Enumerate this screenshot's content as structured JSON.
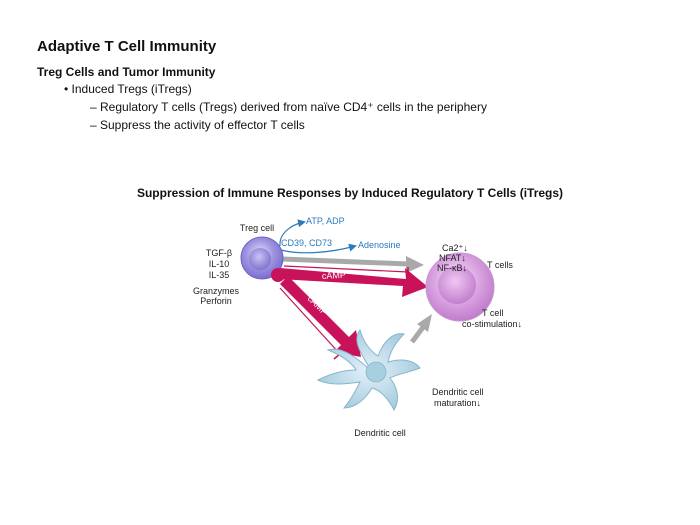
{
  "slide": {
    "title": "Adaptive T Cell Immunity",
    "section_heading": "Treg Cells and Tumor Immunity",
    "bullet": "• Induced Tregs (iTregs)",
    "sub_bullets": [
      "– Regulatory T cells (Tregs) derived from naïve CD4⁺ cells in the periphery",
      "– Suppress the activity of effector T cells"
    ]
  },
  "figure": {
    "title": "Suppression of Immune Responses by Induced Regulatory T Cells (iTregs)",
    "labels": {
      "treg_cell": "Treg cell",
      "tgf_beta": "TGF-β",
      "il10": "IL-10",
      "il35": "IL-35",
      "granzymes": "Granzymes",
      "perforin": "Perforin",
      "atp_adp": "ATP, ADP",
      "cd39_cd73": "CD39, CD73",
      "adenosine": "Adenosine",
      "ca2": "Ca2⁺↓",
      "nfat": "NFAT↓",
      "nfkb": "NF-κB↓",
      "t_cells": "T cells",
      "camp_top": "cAMP",
      "camp_diag": "cAMP",
      "t_cell_costim_1": "T cell",
      "t_cell_costim_2": "co-stimulation↓",
      "dc_maturation_1": "Dendritic cell",
      "dc_maturation_2": "maturation↓",
      "dendritic_cell": "Dendritic cell"
    },
    "colors": {
      "camp_arrow": "#c8125a",
      "gray_arrow": "#a9a9a9",
      "adenosine_blue": "#2b7bbd",
      "treg_fill": "#8a7fd6",
      "tcell_fill": "#cf8fd8",
      "dc_fill": "#b7d7e6"
    }
  }
}
